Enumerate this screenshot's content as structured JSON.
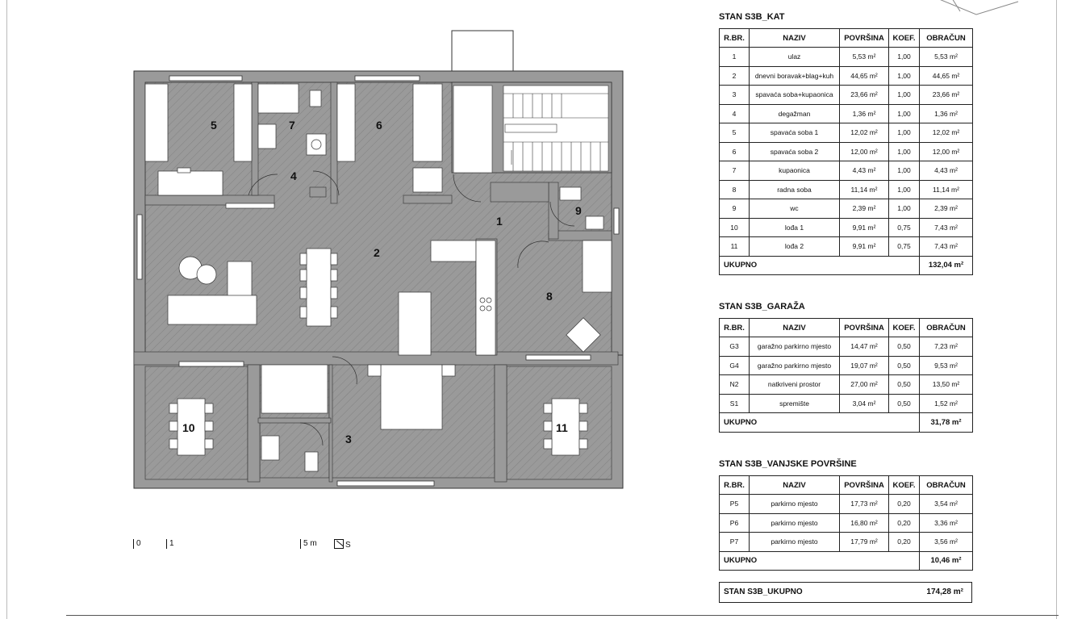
{
  "plan": {
    "room_labels": [
      "1",
      "2",
      "3",
      "4",
      "5",
      "6",
      "7",
      "8",
      "9",
      "10",
      "11"
    ],
    "scale": {
      "s0": "0",
      "s1": "1",
      "s5": "5 m",
      "north": "S"
    }
  },
  "tables": {
    "kat": {
      "title": "STAN S3B_KAT",
      "headers": [
        "R.BR.",
        "NAZIV",
        "POVRŠINA",
        "KOEF.",
        "OBRAČUN"
      ],
      "rows": [
        [
          "1",
          "ulaz",
          "5,53 m²",
          "1,00",
          "5,53 m²"
        ],
        [
          "2",
          "dnevni boravak+blag+kuh",
          "44,65 m²",
          "1,00",
          "44,65 m²"
        ],
        [
          "3",
          "spavaća soba+kupaonica",
          "23,66 m²",
          "1,00",
          "23,66 m²"
        ],
        [
          "4",
          "degažman",
          "1,36 m²",
          "1,00",
          "1,36 m²"
        ],
        [
          "5",
          "spavaća soba 1",
          "12,02 m²",
          "1,00",
          "12,02 m²"
        ],
        [
          "6",
          "spavaća soba 2",
          "12,00 m²",
          "1,00",
          "12,00 m²"
        ],
        [
          "7",
          "kupaonica",
          "4,43 m²",
          "1,00",
          "4,43 m²"
        ],
        [
          "8",
          "radna soba",
          "11,14 m²",
          "1,00",
          "11,14 m²"
        ],
        [
          "9",
          "wc",
          "2,39 m²",
          "1,00",
          "2,39 m²"
        ],
        [
          "10",
          "lođa 1",
          "9,91 m²",
          "0,75",
          "7,43 m²"
        ],
        [
          "11",
          "lođa 2",
          "9,91 m²",
          "0,75",
          "7,43 m²"
        ]
      ],
      "total_label": "UKUPNO",
      "total_value": "132,04 m²"
    },
    "garaza": {
      "title": "STAN S3B_GARAŽA",
      "headers": [
        "R.BR.",
        "NAZIV",
        "POVRŠINA",
        "KOEF.",
        "OBRAČUN"
      ],
      "rows": [
        [
          "G3",
          "garažno parkirno mjesto",
          "14,47 m²",
          "0,50",
          "7,23 m²"
        ],
        [
          "G4",
          "garažno parkirno mjesto",
          "19,07 m²",
          "0,50",
          "9,53 m²"
        ],
        [
          "N2",
          "natkriveni prostor",
          "27,00 m²",
          "0,50",
          "13,50 m²"
        ],
        [
          "S1",
          "spremište",
          "3,04 m²",
          "0,50",
          "1,52 m²"
        ]
      ],
      "total_label": "UKUPNO",
      "total_value": "31,78 m²"
    },
    "vanjske": {
      "title": "STAN S3B_VANJSKE POVRŠINE",
      "headers": [
        "R.BR.",
        "NAZIV",
        "POVRŠINA",
        "KOEF.",
        "OBRAČUN"
      ],
      "rows": [
        [
          "P5",
          "parkirno mjesto",
          "17,73 m²",
          "0,20",
          "3,54 m²"
        ],
        [
          "P6",
          "parkirno mjesto",
          "16,80 m²",
          "0,20",
          "3,36 m²"
        ],
        [
          "P7",
          "parkirno mjesto",
          "17,79 m²",
          "0,20",
          "3,56 m²"
        ]
      ],
      "total_label": "UKUPNO",
      "total_value": "10,46 m²"
    }
  },
  "grand_total": {
    "label": "STAN S3B_UKUPNO",
    "value": "174,28 m²"
  }
}
